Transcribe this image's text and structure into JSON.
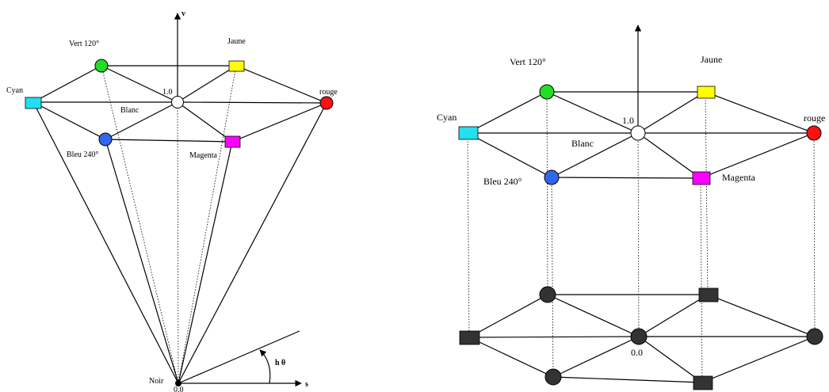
{
  "colors": {
    "vert": "#22dd22",
    "jaune": "#ffff00",
    "cyan": "#22e0f0",
    "rouge": "#ff1111",
    "bleu": "#3366ee",
    "magenta": "#ff00ff",
    "blanc": "#ffffff",
    "gray": "#333333",
    "black": "#000000"
  },
  "left": {
    "axis_v": "v",
    "axis_s": "s",
    "hue_label": "h θ",
    "vert": "Vert 120°",
    "jaune": "Jaune",
    "cyan": "Cyan",
    "rouge": "rouge",
    "blanc": "Blanc",
    "value_top": "1.0",
    "bleu": "Bleu 240°",
    "magenta": "Magenta",
    "noir": "Noir",
    "value_bottom": "0.0"
  },
  "right": {
    "vert": "Vert 120°",
    "jaune": "Jaune",
    "cyan": "Cyan",
    "rouge": "rouge",
    "blanc": "Blanc",
    "value_top": "1.0",
    "bleu": "Bleu 240°",
    "magenta": "Magenta",
    "value_bottom": "0.0"
  }
}
